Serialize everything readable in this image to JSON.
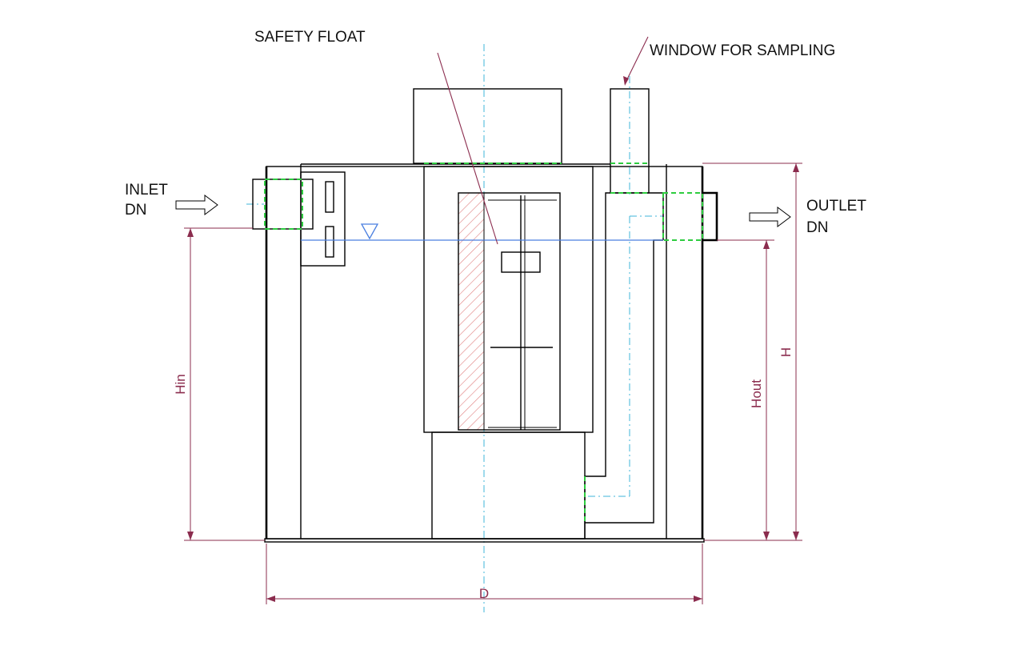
{
  "labels": {
    "safety_float": "SAFETY FLOAT",
    "window_sampling": "WINDOW FOR SAMPLING",
    "inlet_line1": "INLET",
    "inlet_line2": "DN",
    "outlet_line1": "OUTLET",
    "outlet_line2": "DN"
  },
  "dimensions": {
    "hin": "Hin",
    "hout": "Hout",
    "h": "H",
    "d": "D"
  },
  "colors": {
    "dimension": "#8b2c4e",
    "water_level": "#4a7fe0",
    "centerline": "#3fb6d8",
    "dashed_green": "#2ecc40",
    "hatch": "#e07f7f",
    "outline": "#000000"
  }
}
